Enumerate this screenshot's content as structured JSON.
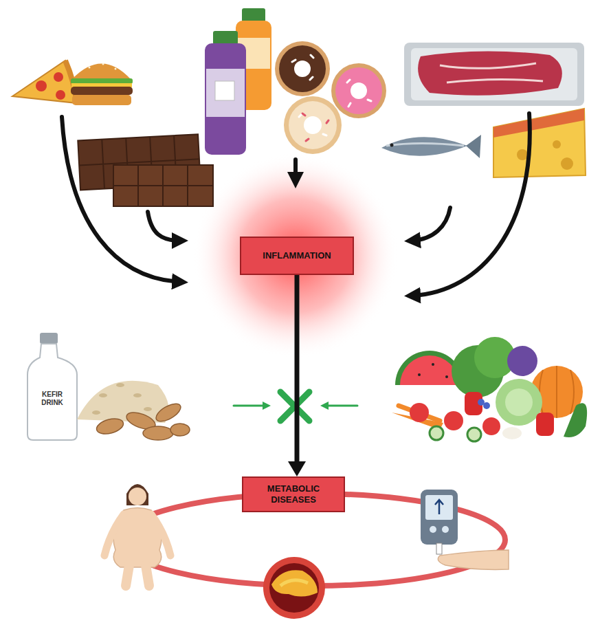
{
  "diagram": {
    "nodes": [
      {
        "text": [
          "INFLAMMATION"
        ]
      },
      {
        "text": [
          "METABOLIC DISEASES"
        ]
      }
    ],
    "edges": [
      {
        "from": 0,
        "to": 1,
        "arrow": "to"
      }
    ],
    "labels": [
      "KEFIR DRINK"
    ]
  }
}
